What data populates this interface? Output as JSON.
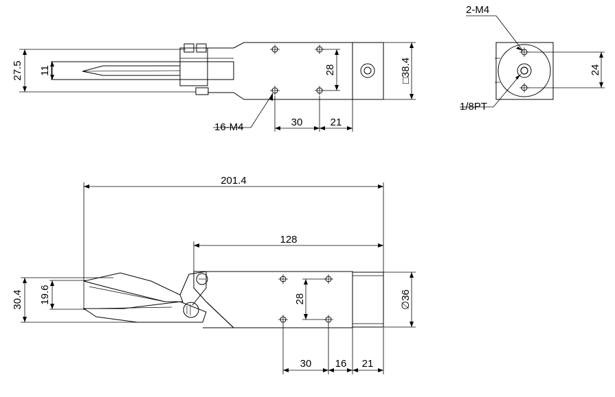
{
  "top_view": {
    "dim_total_height": "27.5",
    "dim_jaw_height": "11",
    "dim_hole_vertical": "28",
    "dim_square": "□38.4",
    "dim_hole_spacing": "30",
    "dim_hole_to_end": "21",
    "callout_holes": "16-M4"
  },
  "end_view": {
    "callout_holes": "2-M4",
    "callout_port": "1/8PT",
    "dim_hole_spacing": "24"
  },
  "side_view": {
    "dim_overall_length": "201.4",
    "dim_body_length": "128",
    "dim_total_height": "30.4",
    "dim_jaw_height": "19.6",
    "dim_hole_vertical": "28",
    "dim_diameter": "∅36",
    "dim_hole_spacing": "30",
    "dim_hole_offset": "16",
    "dim_hole_to_end": "21"
  }
}
